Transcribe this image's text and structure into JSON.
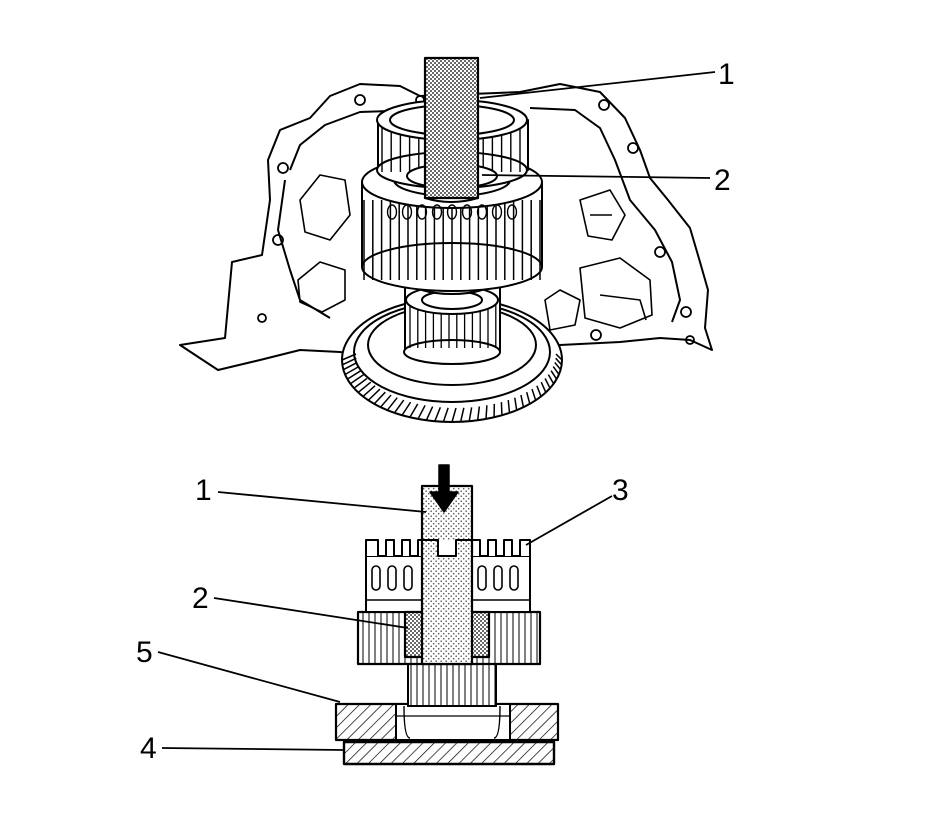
{
  "top_view": {
    "callouts": [
      "1",
      "2"
    ]
  },
  "bottom_view": {
    "callouts": [
      "1",
      "3",
      "2",
      "5",
      "4"
    ]
  }
}
